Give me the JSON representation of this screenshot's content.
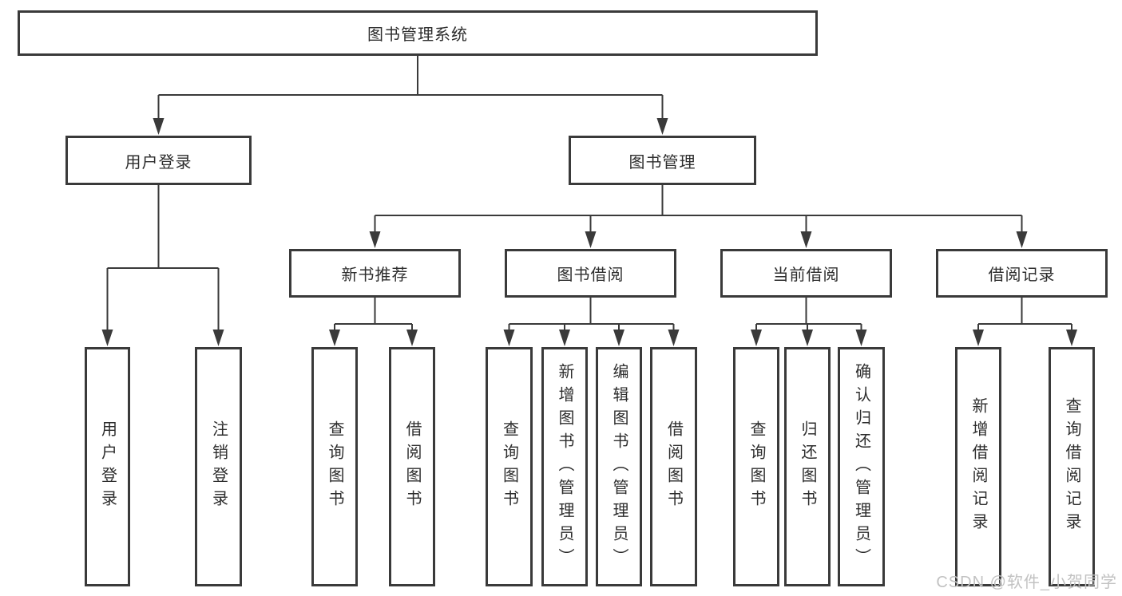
{
  "tree": {
    "label": "图书管理系统",
    "children": [
      {
        "label": "用户登录",
        "children": [
          {
            "label": "用户登录"
          },
          {
            "label": "注销登录"
          }
        ]
      },
      {
        "label": "图书管理",
        "children": [
          {
            "label": "新书推荐",
            "children": [
              {
                "label": "查询图书"
              },
              {
                "label": "借阅图书"
              }
            ]
          },
          {
            "label": "图书借阅",
            "children": [
              {
                "label": "查询图书"
              },
              {
                "label": "新增图书（管理员）"
              },
              {
                "label": "编辑图书（管理员）"
              },
              {
                "label": "借阅图书"
              }
            ]
          },
          {
            "label": "当前借阅",
            "children": [
              {
                "label": "查询图书"
              },
              {
                "label": "归还图书"
              },
              {
                "label": "确认归还（管理员）"
              }
            ]
          },
          {
            "label": "借阅记录",
            "children": [
              {
                "label": "新增借阅记录"
              },
              {
                "label": "查询借阅记录"
              }
            ]
          }
        ]
      }
    ]
  },
  "watermark": "CSDN @软件_小贺同学",
  "colors": {
    "line": "#3a3a3a",
    "text": "#2d2d2d",
    "watermark": "#c2c2c2",
    "background": "#ffffff"
  }
}
